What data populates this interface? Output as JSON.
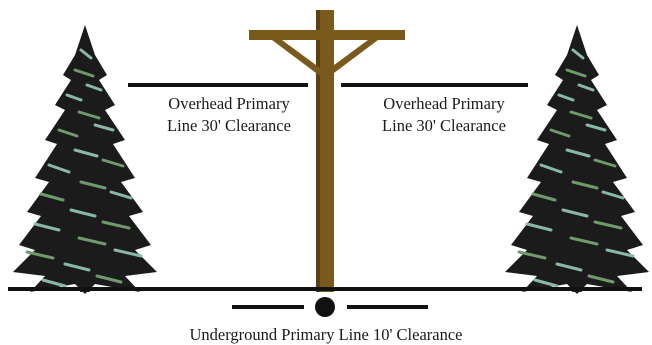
{
  "labels": {
    "overhead_left": [
      "Overhead Primary",
      "Line 30' Clearance"
    ],
    "overhead_right": [
      "Overhead Primary",
      "Line 30' Clearance"
    ],
    "underground": "Underground Primary Line 10' Clearance"
  },
  "colors": {
    "pole": "#7a5a1c",
    "pole_shade": "#5a4012",
    "ground": "#111111",
    "tree_dark": "#1b1b1b",
    "tree_green": "#6f9a6a",
    "tree_teal": "#8ab8a8"
  },
  "icons": {
    "tree": "pine-tree-icon",
    "pole": "utility-pole-icon",
    "conduit": "underground-line-dot-icon"
  }
}
